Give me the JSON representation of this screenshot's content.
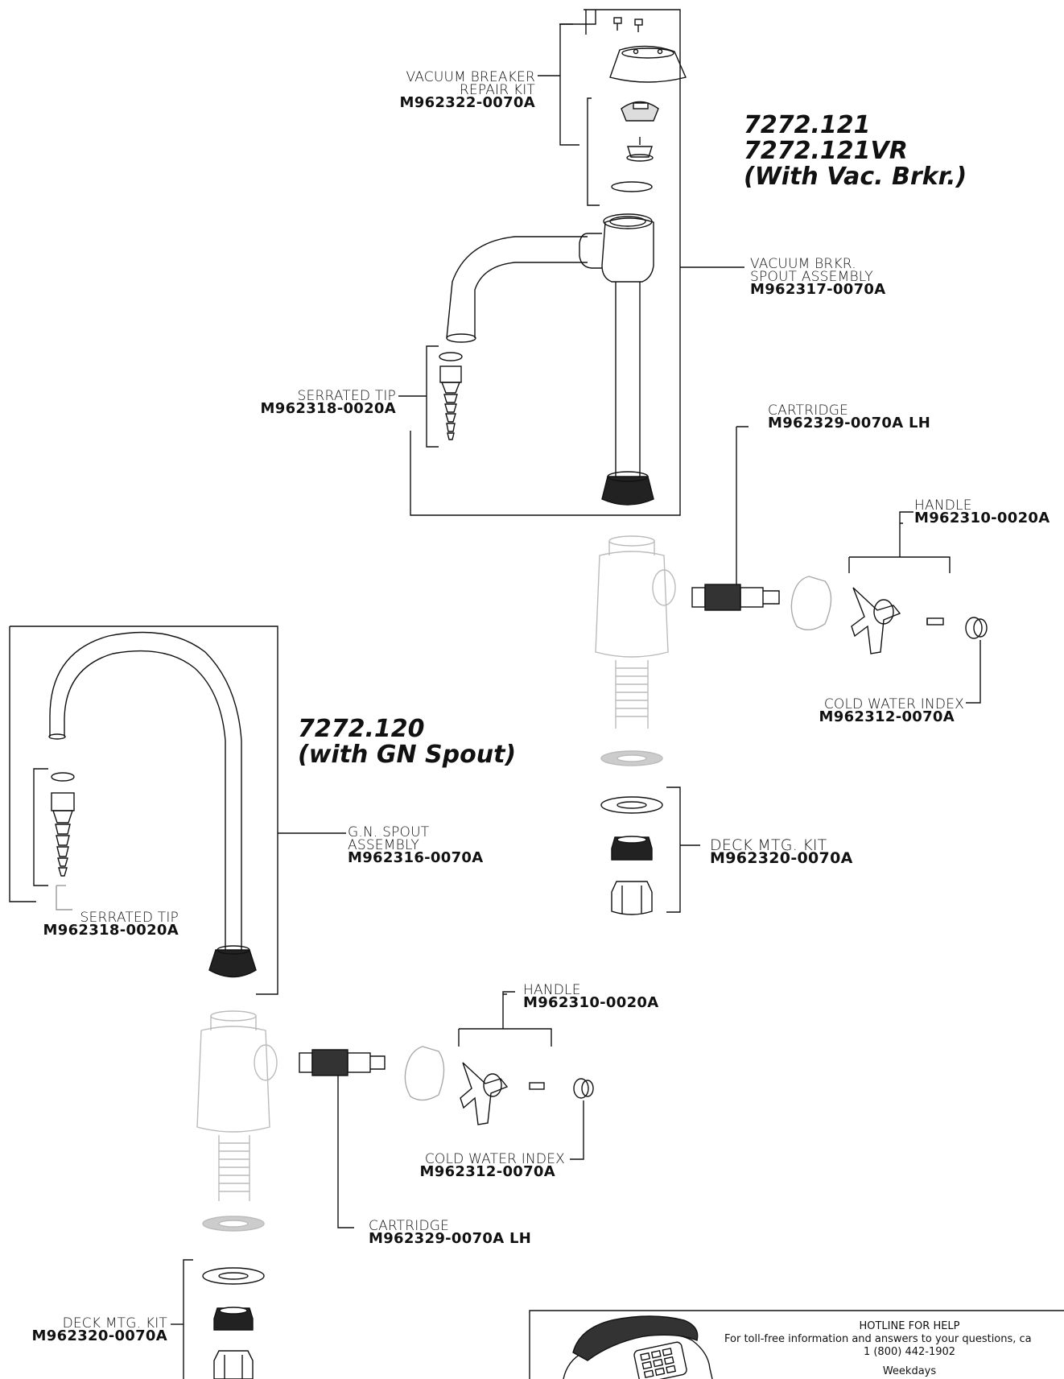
{
  "upper_assembly": {
    "title_lines": [
      "7272.121",
      "7272.121VR",
      "(With Vac. Brkr.)"
    ],
    "vacuum_breaker_kit": {
      "name_lines": [
        "VACUUM BREAKER",
        "REPAIR KIT"
      ],
      "part": "M962322-0070A"
    },
    "spout": {
      "name_lines": [
        "VACUUM BRKR.",
        "SPOUT ASSEMBLY"
      ],
      "part": "M962317-0070A"
    },
    "serrated_tip": {
      "name": "SERRATED TIP",
      "part": "M962318-0020A"
    },
    "cartridge": {
      "name": "CARTRIDGE",
      "part": "M962329-0070A LH"
    },
    "handle": {
      "name": "HANDLE",
      "part": "M962310-0020A"
    },
    "index": {
      "name": "COLD WATER INDEX",
      "part": "M962312-0070A"
    },
    "deck_kit": {
      "name": "DECK MTG. KIT",
      "part": "M962320-0070A"
    }
  },
  "lower_assembly": {
    "title_lines": [
      "7272.120",
      "(with GN Spout)"
    ],
    "spout": {
      "name_lines": [
        "G.N. SPOUT",
        "ASSEMBLY"
      ],
      "part": "M962316-0070A"
    },
    "serrated_tip": {
      "name": "SERRATED TIP",
      "part": "M962318-0020A"
    },
    "handle": {
      "name": "HANDLE",
      "part": "M962310-0020A"
    },
    "index": {
      "name": "COLD WATER INDEX",
      "part": "M962312-0070A"
    },
    "cartridge": {
      "name": "CARTRIDGE",
      "part": "M962329-0070A LH"
    },
    "deck_kit": {
      "name": "DECK MTG. KIT",
      "part": "M962320-0070A"
    }
  },
  "hotline": {
    "heading": "HOTLINE FOR HELP",
    "text": "For toll-free information and answers to your questions, ca",
    "phone": "1 (800) 442-1902",
    "hours": "Weekdays"
  }
}
